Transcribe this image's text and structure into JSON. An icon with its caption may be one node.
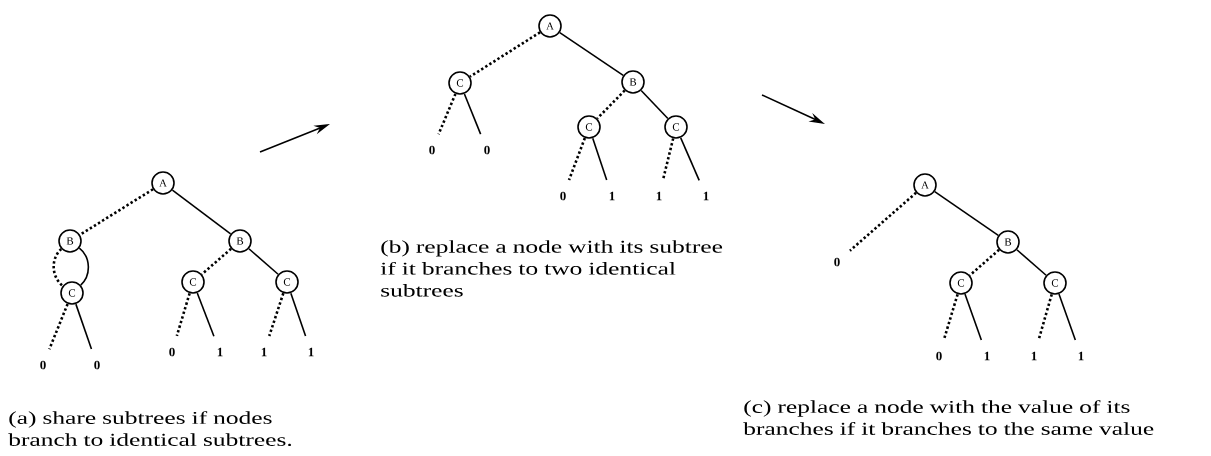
{
  "diagram": {
    "nodes": [
      {
        "text": [
          "A"
        ]
      },
      {
        "text": [
          "B"
        ]
      },
      {
        "text": [
          "B"
        ]
      },
      {
        "text": [
          "C"
        ]
      },
      {
        "text": [
          "C"
        ]
      },
      {
        "text": [
          "C"
        ]
      },
      {
        "text": [
          "0"
        ]
      },
      {
        "text": [
          "0"
        ]
      },
      {
        "text": [
          "0"
        ]
      },
      {
        "text": [
          "1"
        ]
      },
      {
        "text": [
          "1"
        ]
      },
      {
        "text": [
          "1"
        ]
      },
      {
        "text": [
          "A"
        ]
      },
      {
        "text": [
          "C"
        ]
      },
      {
        "text": [
          "B"
        ]
      },
      {
        "text": [
          "C"
        ]
      },
      {
        "text": [
          "C"
        ]
      },
      {
        "text": [
          "0"
        ]
      },
      {
        "text": [
          "0"
        ]
      },
      {
        "text": [
          "0"
        ]
      },
      {
        "text": [
          "1"
        ]
      },
      {
        "text": [
          "1"
        ]
      },
      {
        "text": [
          "1"
        ]
      },
      {
        "text": [
          "A"
        ]
      },
      {
        "text": [
          "0"
        ]
      },
      {
        "text": [
          "B"
        ]
      },
      {
        "text": [
          "C"
        ]
      },
      {
        "text": [
          "C"
        ]
      },
      {
        "text": [
          "0"
        ]
      },
      {
        "text": [
          "1"
        ]
      },
      {
        "text": [
          "1"
        ]
      },
      {
        "text": [
          "1"
        ]
      }
    ],
    "edges": [
      {
        "from": 0,
        "to": 1,
        "arrow": "none",
        "style": "dashed"
      },
      {
        "from": 0,
        "to": 2,
        "arrow": "none"
      },
      {
        "from": 1,
        "to": 3,
        "arrow": "none",
        "style": "dashed"
      },
      {
        "from": 1,
        "to": 3,
        "arrow": "none"
      },
      {
        "from": 2,
        "to": 4,
        "arrow": "none",
        "style": "dashed"
      },
      {
        "from": 2,
        "to": 5,
        "arrow": "none"
      },
      {
        "from": 3,
        "to": 6,
        "arrow": "none",
        "style": "dashed"
      },
      {
        "from": 3,
        "to": 7,
        "arrow": "none"
      },
      {
        "from": 4,
        "to": 8,
        "arrow": "none",
        "style": "dashed"
      },
      {
        "from": 4,
        "to": 9,
        "arrow": "none"
      },
      {
        "from": 5,
        "to": 10,
        "arrow": "none",
        "style": "dashed"
      },
      {
        "from": 5,
        "to": 11,
        "arrow": "none"
      },
      {
        "from": 12,
        "to": 13,
        "arrow": "none",
        "style": "dashed"
      },
      {
        "from": 12,
        "to": 14,
        "arrow": "none"
      },
      {
        "from": 13,
        "to": 17,
        "arrow": "none",
        "style": "dashed"
      },
      {
        "from": 13,
        "to": 18,
        "arrow": "none"
      },
      {
        "from": 14,
        "to": 15,
        "arrow": "none",
        "style": "dashed"
      },
      {
        "from": 14,
        "to": 16,
        "arrow": "none"
      },
      {
        "from": 15,
        "to": 19,
        "arrow": "none",
        "style": "dashed"
      },
      {
        "from": 15,
        "to": 20,
        "arrow": "none"
      },
      {
        "from": 16,
        "to": 21,
        "arrow": "none",
        "style": "dashed"
      },
      {
        "from": 16,
        "to": 22,
        "arrow": "none"
      },
      {
        "from": 23,
        "to": 24,
        "arrow": "none",
        "style": "dashed"
      },
      {
        "from": 23,
        "to": 25,
        "arrow": "none"
      },
      {
        "from": 25,
        "to": 26,
        "arrow": "none",
        "style": "dashed"
      },
      {
        "from": 25,
        "to": 27,
        "arrow": "none"
      },
      {
        "from": 26,
        "to": 28,
        "arrow": "none",
        "style": "dashed"
      },
      {
        "from": 26,
        "to": 29,
        "arrow": "none"
      },
      {
        "from": 27,
        "to": 30,
        "arrow": "none",
        "style": "dashed"
      },
      {
        "from": 27,
        "to": 31,
        "arrow": "none"
      }
    ],
    "labels": [
      "(b) replace a node with its subtree if it branches to two identical subtrees",
      "(a) share subtrees if nodes branch to identical subtrees.",
      "(c) replace a node with the value of its branches if it branches to the same value"
    ]
  }
}
